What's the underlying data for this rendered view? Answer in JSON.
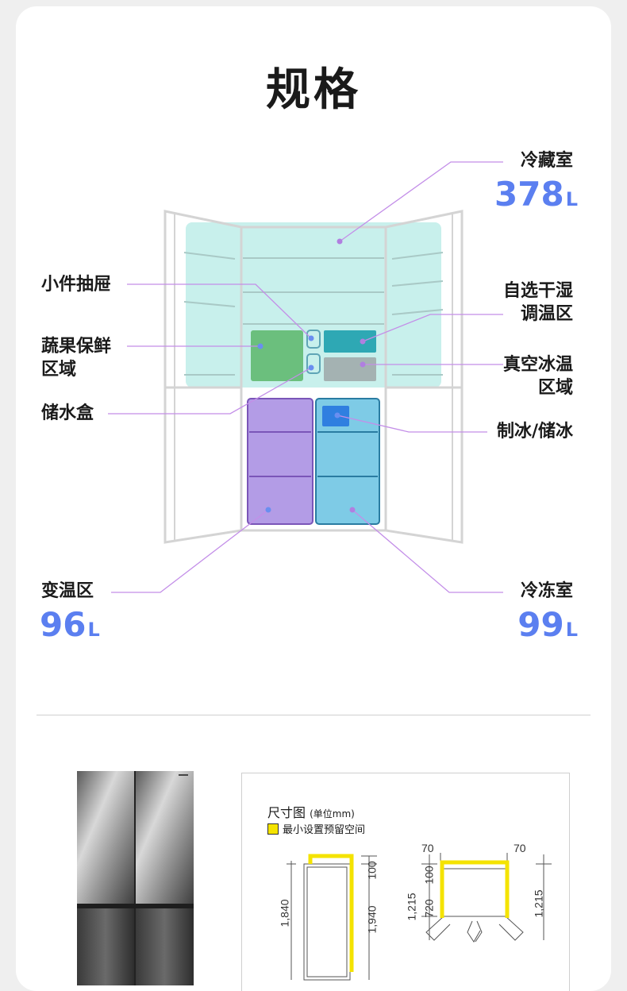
{
  "page": {
    "title": "规格"
  },
  "compartments": {
    "fridge": {
      "label": "冷藏室",
      "volume": "378",
      "unit": "L"
    },
    "small_drawer": {
      "label": "小件抽屉"
    },
    "selectable_dry_wet": {
      "label_line1": "自选干湿",
      "label_line2": "调温区"
    },
    "fruit_veg": {
      "label_line1": "蔬果保鲜",
      "label_line2": "区域"
    },
    "vacuum_chill": {
      "label_line1": "真空冰温",
      "label_line2": "区域"
    },
    "water_box": {
      "label": "储水盒"
    },
    "ice_maker": {
      "label": "制冰/储冰"
    },
    "variable_temp": {
      "label": "变温区",
      "volume": "96",
      "unit": "L"
    },
    "freezer": {
      "label": "冷冻室",
      "volume": "99",
      "unit": "L"
    }
  },
  "colors": {
    "fridge_fill": "#c8f0ec",
    "variable_fill": "#b39ce6",
    "freezer_fill": "#7ecbe6",
    "fruit_veg_fill": "#6bbf7d",
    "dry_wet_fill": "#2ea8b4",
    "vacuum_fill": "#a4b2b2",
    "ice_fill": "#2f7fe0",
    "accent_volume": "#5b7ff0",
    "leader_line": "#c38ee8"
  },
  "spec": {
    "title": "尺寸图",
    "unit_note": "(单位mm)",
    "legend": "最小设置预留空间",
    "dims": {
      "side_height": "1,840",
      "side_total": "1,940",
      "side_top": "100",
      "front_left_gap": "70",
      "front_right_gap": "70",
      "front_top": "100",
      "front_depth": "720",
      "front_h_left": "1,215",
      "front_h_right": "1,215"
    }
  }
}
